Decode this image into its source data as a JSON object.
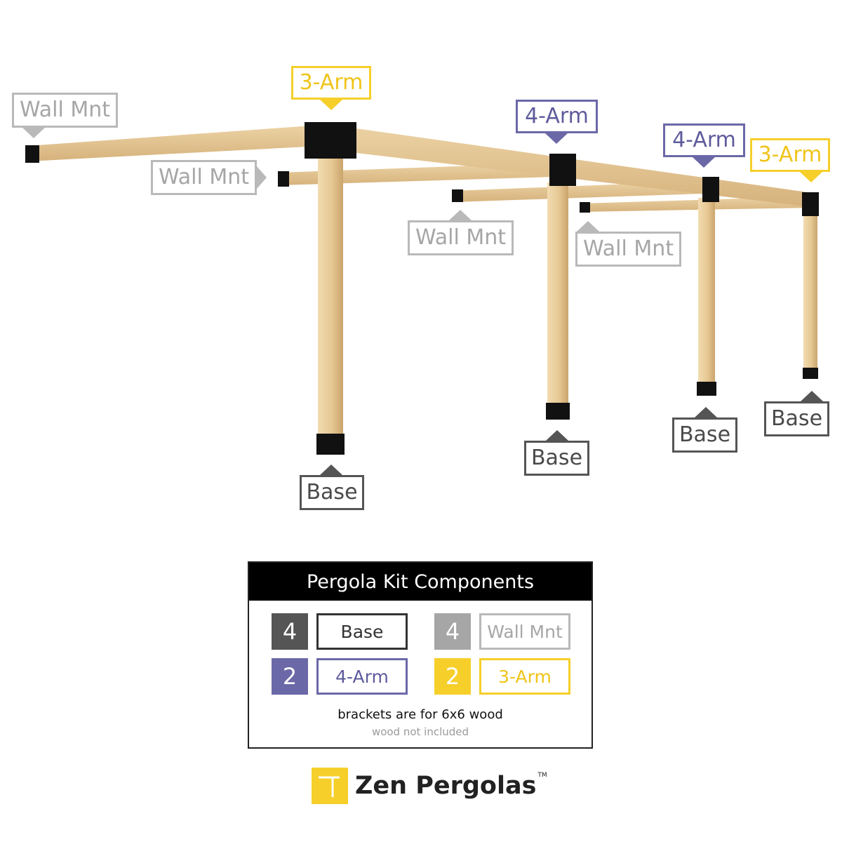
{
  "callouts": {
    "wall_left": "Wall Mnt",
    "three_arm_a": "3-Arm",
    "four_arm_a": "4-Arm",
    "wall_mid": "Wall Mnt",
    "four_arm_b": "4-Arm",
    "three_arm_b": "3-Arm",
    "wall_c": "Wall Mnt",
    "wall_d": "Wall Mnt",
    "base_a": "Base",
    "base_b": "Base",
    "base_c": "Base",
    "base_d": "Base"
  },
  "legend": {
    "title": "Pergola Kit Components",
    "items": [
      {
        "qty": "4",
        "label": "Base",
        "color": "#555555"
      },
      {
        "qty": "4",
        "label": "Wall Mnt",
        "color": "#a6a6a6"
      },
      {
        "qty": "2",
        "label": "4-Arm",
        "color": "#6b68a8"
      },
      {
        "qty": "2",
        "label": "3-Arm",
        "color": "#f6cf2a"
      }
    ],
    "note": "brackets are for 6x6 wood",
    "subnote": "wood not included"
  },
  "brand": {
    "name": "Zen Pergolas",
    "tm": "TM"
  },
  "colors": {
    "wood": "#e4c593",
    "bracket": "#111111",
    "base": "#555555",
    "wall": "#b9b9b9",
    "three_arm": "#f6cf2a",
    "four_arm": "#6b68a8"
  }
}
